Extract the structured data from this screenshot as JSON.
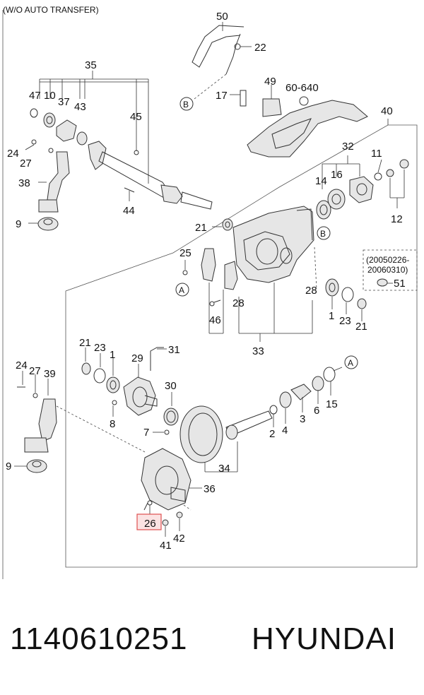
{
  "header": {
    "note": "(W/O AUTO TRANSFER)"
  },
  "date_range": {
    "line1": "(20050226-",
    "line2": "20060310)"
  },
  "callouts": {
    "A": "A",
    "B": "B"
  },
  "labels": {
    "l50": "50",
    "l22": "22",
    "l35": "35",
    "l47": "47",
    "l10": "10",
    "l37": "37",
    "l43": "43",
    "l45": "45",
    "l17": "17",
    "l49": "49",
    "l60_640": "60-640",
    "l40": "40",
    "l24a": "24",
    "l27a": "27",
    "l38": "38",
    "l44": "44",
    "l9a": "9",
    "l21a": "21",
    "l32": "32",
    "l11": "11",
    "l14": "14",
    "l16": "16",
    "l12": "12",
    "l25": "25",
    "l51": "51",
    "l28a": "28",
    "l28b": "28",
    "l46": "46",
    "l1a": "1",
    "l23a": "23",
    "l21b": "21",
    "l33": "33",
    "l21c": "21",
    "l23b": "23",
    "l1b": "1",
    "l29": "29",
    "l31": "31",
    "l24b": "24",
    "l27b": "27",
    "l39": "39",
    "l30": "30",
    "l8": "8",
    "l7": "7",
    "l6": "6",
    "l15": "15",
    "l3": "3",
    "l4": "4",
    "l2": "2",
    "l34": "34",
    "l9b": "9",
    "l36": "36",
    "l26": "26",
    "l41": "41",
    "l42": "42"
  },
  "footer": {
    "part_number": "1140610251",
    "brand": "HYUNDAI"
  },
  "colors": {
    "highlight": "#e05050",
    "highlight_fill": "#fbe3e3",
    "ink": "#111111"
  }
}
